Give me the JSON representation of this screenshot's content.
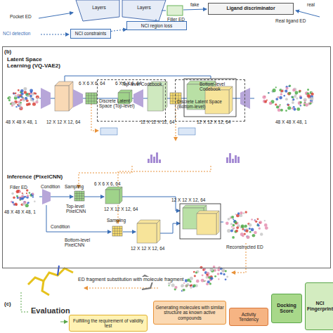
{
  "diagram": {
    "nodes": [
      {
        "text": [
          "Layers"
        ]
      },
      {
        "text": [
          "Layers"
        ]
      },
      {
        "text": [
          "NCI constraints"
        ]
      },
      {
        "text": [
          "NCI region loss"
        ]
      },
      {
        "text": [
          "Ligand discriminator"
        ]
      },
      {
        "text": [
          "(b)"
        ]
      },
      {
        "text": [
          "Top-level Codebook",
          "Discrete Latent Space (Top-level)"
        ],
        "in": 5
      },
      {
        "text": [
          "Bottom-level Codebook",
          "Discrete Latent Space (Bottom-level)"
        ],
        "in": 5
      },
      {
        "text": [
          "Fulfilling the requirement of validity test"
        ]
      },
      {
        "text": [
          "Generating molecules with similar structure as known active compounds"
        ]
      },
      {
        "text": [
          "Activity Tendency"
        ]
      },
      {
        "text": [
          "Docking Score"
        ]
      },
      {
        "text": [
          "NCI Fingerprint"
        ]
      }
    ],
    "edges": [
      {
        "from": 2,
        "to": 3,
        "arrow": "to"
      }
    ],
    "labels": [
      "Pocket ED",
      "NCI detection",
      "Filler ED",
      "fake",
      "real",
      "Real ligand ED",
      "Latent Space Learning (VQ-VAE2)",
      "48 X 48 X 48, 1",
      "6 X 6 X 6, 64",
      "6 X 6 X 6, 64",
      "12 X 12 X 12, 64",
      "12 X 12 X 12, 64",
      "12 X 12 X 12, 64",
      "48 X 48 X 48, 1",
      "Inference (PixelCNN)",
      "Filler ED",
      "48 X 48 X 48, 1",
      "Condition",
      "Sampling",
      "6 X 6 X 6, 64",
      "Top-level PixelCNN",
      "12 X 12 X 12, 64",
      "Condition",
      "Sampling",
      "Bottom-level PixelCNN",
      "12 X 12 X 12, 64",
      "12 X 12 X 12, 64",
      "Reconstructed ED",
      "ED fragment substitution with molecule fragment",
      "Evaluation",
      "(c)"
    ]
  }
}
